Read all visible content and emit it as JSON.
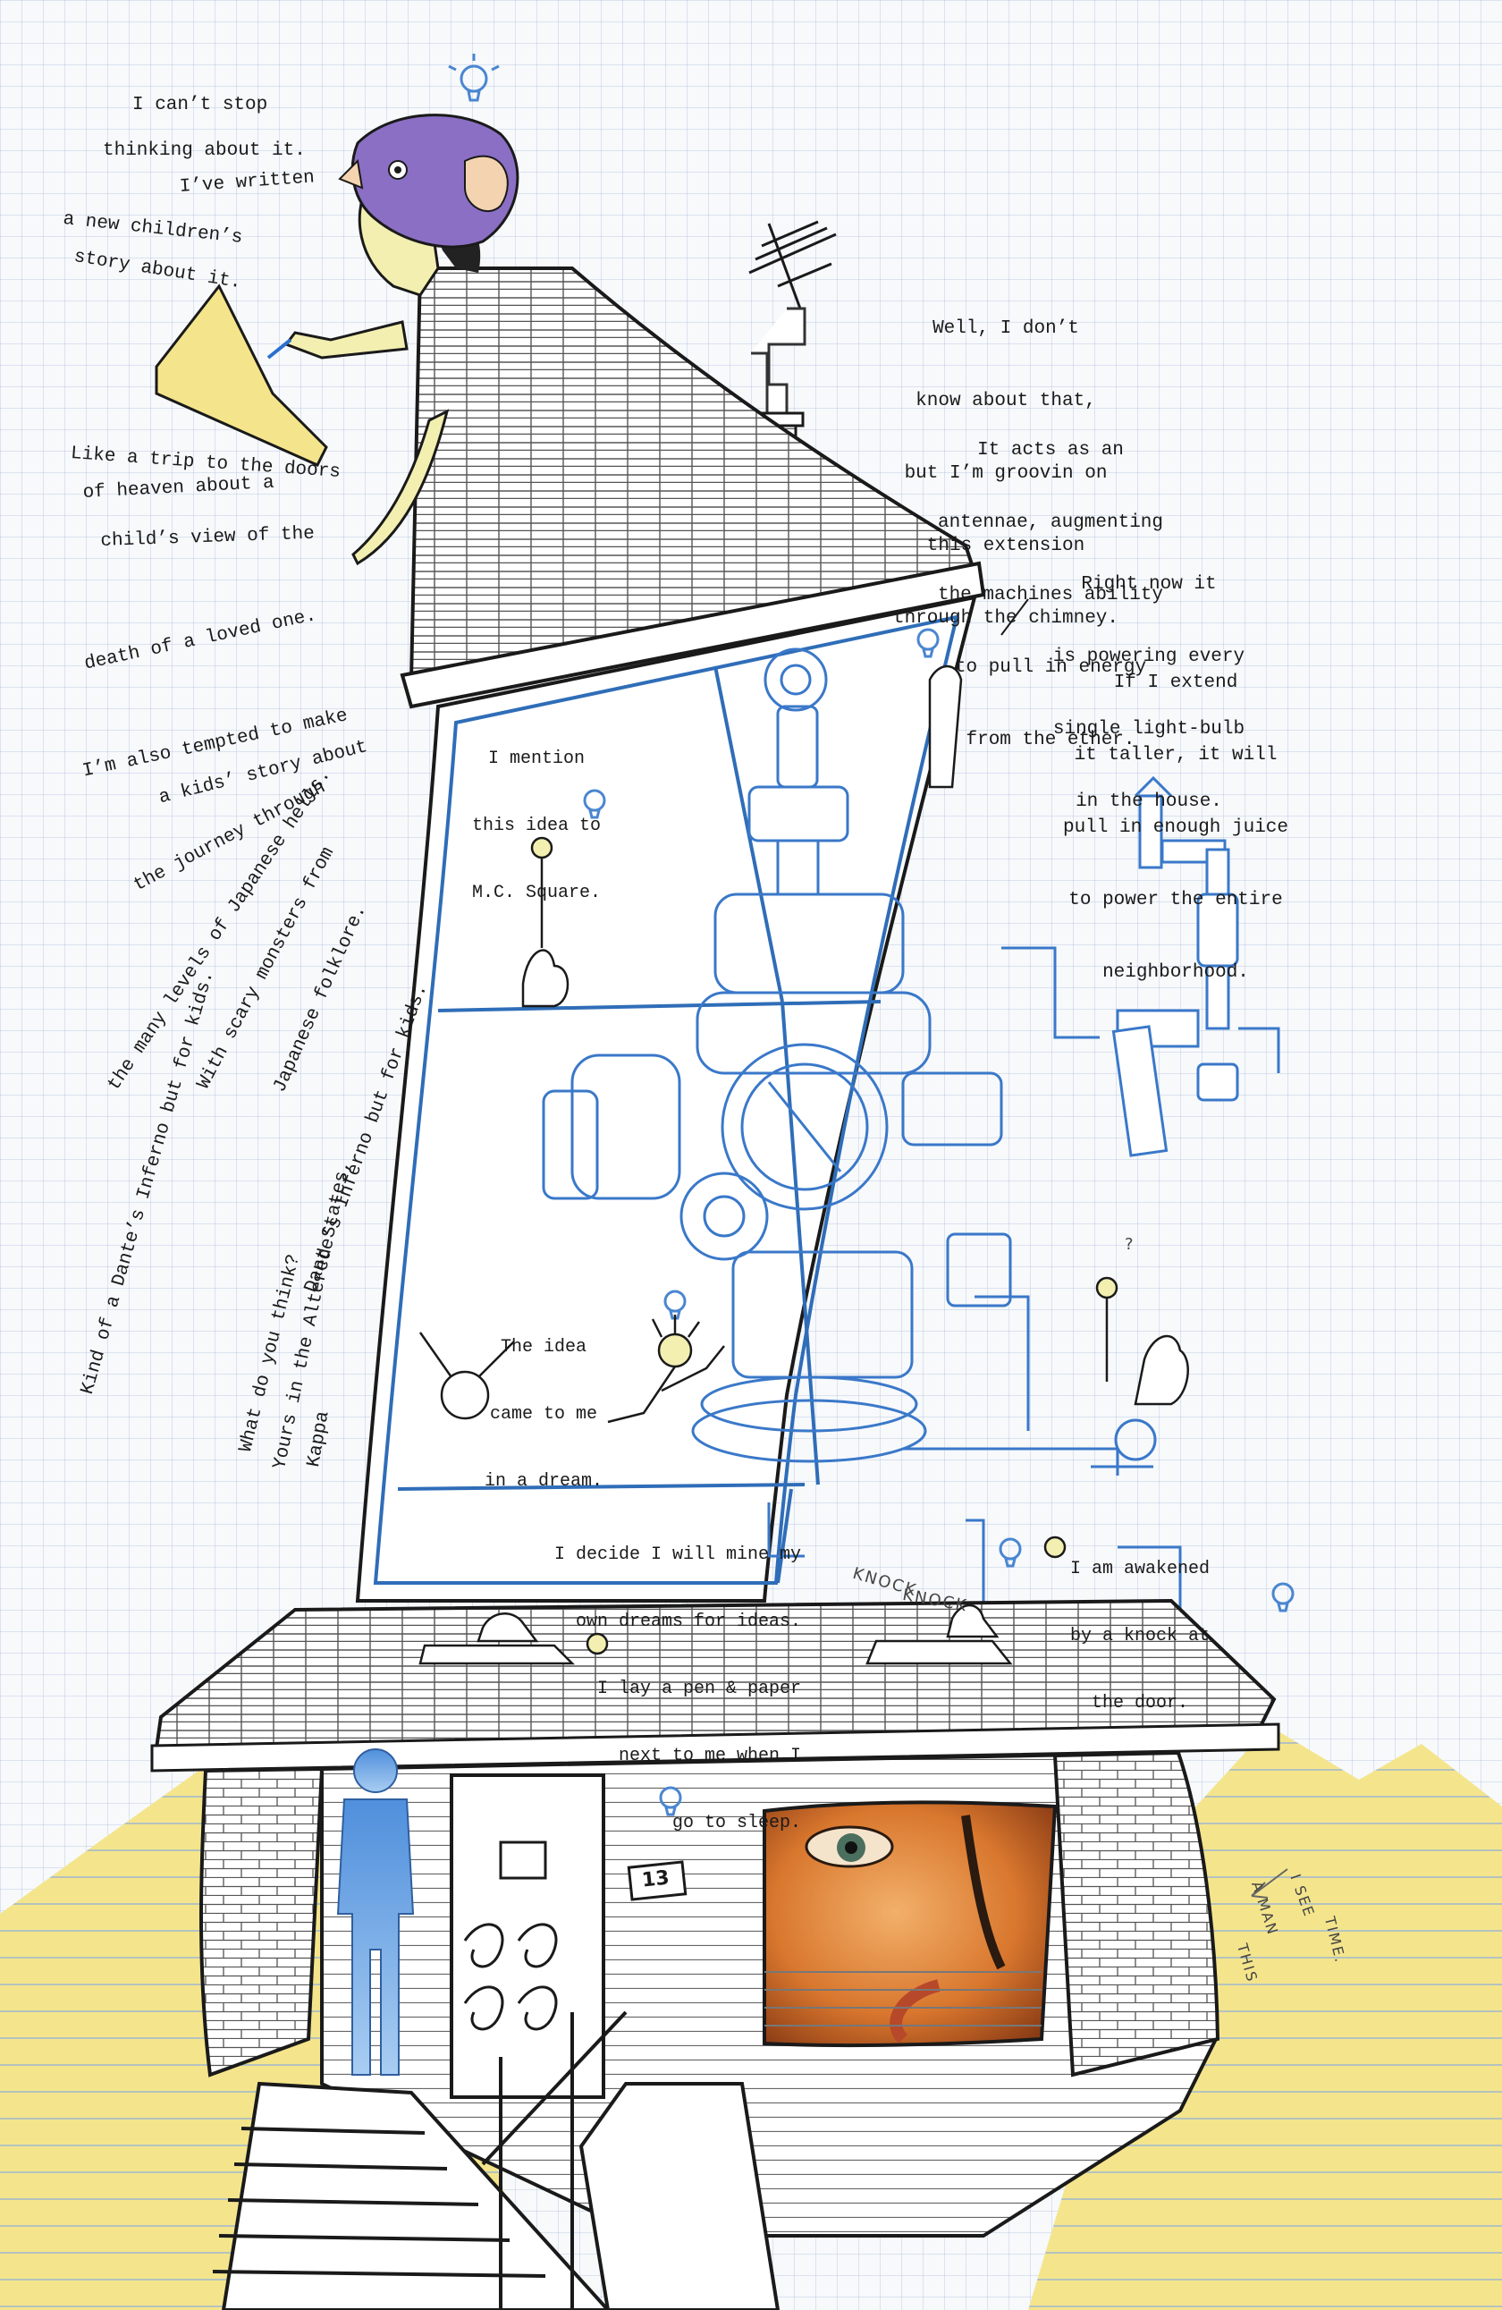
{
  "colors": {
    "paper": "#f7f9fb",
    "grid": "#9db4d8",
    "ink": "#1a1a1a",
    "panel_blue": "#2f6db8",
    "machine_blue": "#3a78c9",
    "legal_pad": "#f4e58c",
    "mask_purple": "#8a6fc4",
    "skin": "#f2efb0",
    "figure_blue": "#5a9be0",
    "face_orange": "#d9772e"
  },
  "icons": [
    "lightbulb-icon",
    "tv-antenna-icon",
    "chimney-icon",
    "bathroom-man-icon",
    "cat-icon",
    "rabbit-icon"
  ],
  "left_text": [
    "I can’t stop",
    "thinking about it.",
    "I’ve written",
    "a new children’s",
    "story about it.",
    "Like a trip to the doors",
    "of heaven about a",
    "child’s view of the",
    "death of a loved one.",
    "I’m also tempted to make",
    "a kids’ story about",
    "the journey through",
    "the many levels of Japanese hells.",
    "With scary monsters from",
    "Japanese folklore.",
    "Dante’s Inferno but for kids.",
    "Kind of a Dante’s Inferno but for kids.",
    "What do you think?",
    "Yours in the Altered States,",
    "Kappa"
  ],
  "right_text": {
    "block1": [
      "Well, I don’t",
      "know about that,",
      "but I’m groovin on",
      "this extension",
      "through the chimney."
    ],
    "block2": [
      "It acts as an",
      "antennae, augmenting",
      "the machines ability",
      "to pull in energy",
      "from the ether."
    ],
    "block3": [
      "Right now it",
      "is powering every",
      "single light-bulb",
      "in the house."
    ],
    "block4": [
      "If I extend",
      "it taller, it will",
      "pull in enough juice",
      "to power the entire",
      "neighborhood."
    ]
  },
  "panels": {
    "p1": [
      "I mention",
      "this idea to",
      "M.C. Square."
    ],
    "p2": [
      "The idea",
      "came to me",
      "in a dream."
    ],
    "p3": [
      "I decide I will mine my",
      "own dreams for ideas.",
      "I lay a pen & paper",
      "next to me when I",
      "go to sleep."
    ],
    "p4": [
      "I am awakened",
      "by a knock at",
      "the door."
    ],
    "knock": [
      "KNOCK",
      "KNOCK"
    ],
    "qmark": "?"
  },
  "house": {
    "number": "13",
    "note": [
      "I SEE",
      "A MAN",
      "THIS",
      "TIME."
    ]
  }
}
